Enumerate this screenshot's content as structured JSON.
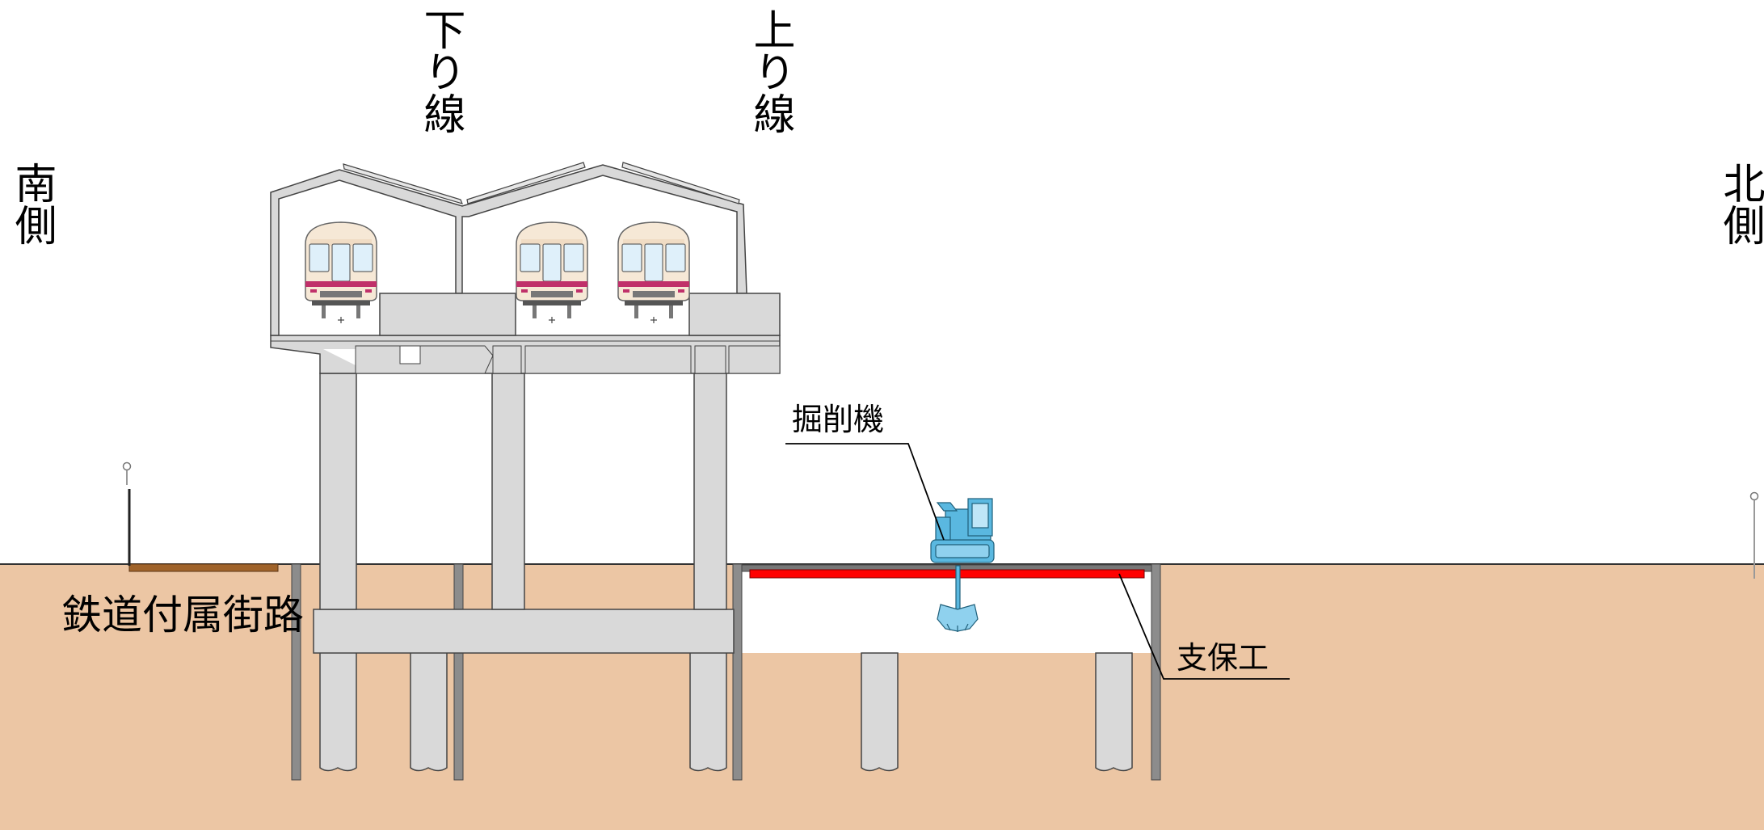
{
  "labels": {
    "south_side": "南側",
    "north_side": "北側",
    "down_line": "下り線",
    "up_line": "上り線",
    "excavator": "掘削機",
    "shoring": "支保工",
    "railway_road": "鉄道付属街路"
  },
  "colors": {
    "soil": "#ecc6a4",
    "concrete": "#d9d9d9",
    "outline": "#444444",
    "sheet_pile": "#8c8c8c",
    "strut": "#ff0000",
    "excavator": "#5ab8e0",
    "road_surface": "#a0632a",
    "train_body": "#f6e8d6",
    "train_stripe": "#c0306a",
    "train_window": "#dff0fa"
  },
  "icons": [
    "train-icon",
    "excavator-icon",
    "survey-pole-icon"
  ]
}
